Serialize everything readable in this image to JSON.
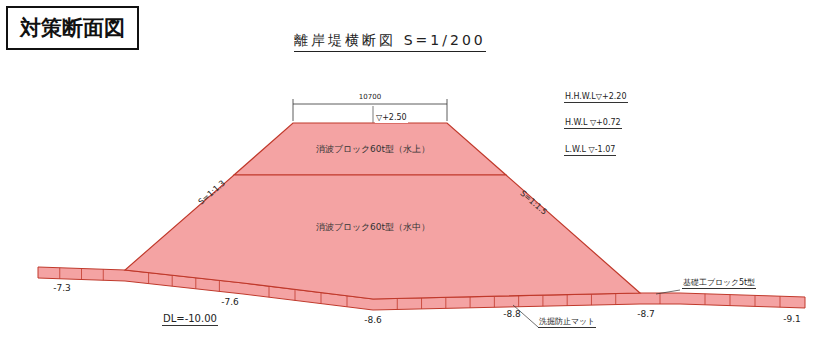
{
  "diagram": {
    "title": "離岸堤横断図 S=1/200",
    "nodes": [
      {
        "text": [
          "対策断面図"
        ]
      },
      {
        "text": [
          "消波ブロック60t型（水上）"
        ]
      },
      {
        "text": [
          "消波ブロック60t型（水中）"
        ]
      }
    ],
    "labels": [
      "10700",
      "▽+2.50",
      "H.H.W.L▽+2.20",
      "H.W.L ▽+0.72",
      "L.W.L ▽-1.07",
      "S=1:1.3",
      "S=1:1.5",
      "-7.3",
      "-7.6",
      "-8.6",
      "-8.8",
      "-8.7",
      "-9.1",
      "DL=-10.00",
      "基礎工ブロック5t型",
      "洗掘防止マット"
    ]
  }
}
